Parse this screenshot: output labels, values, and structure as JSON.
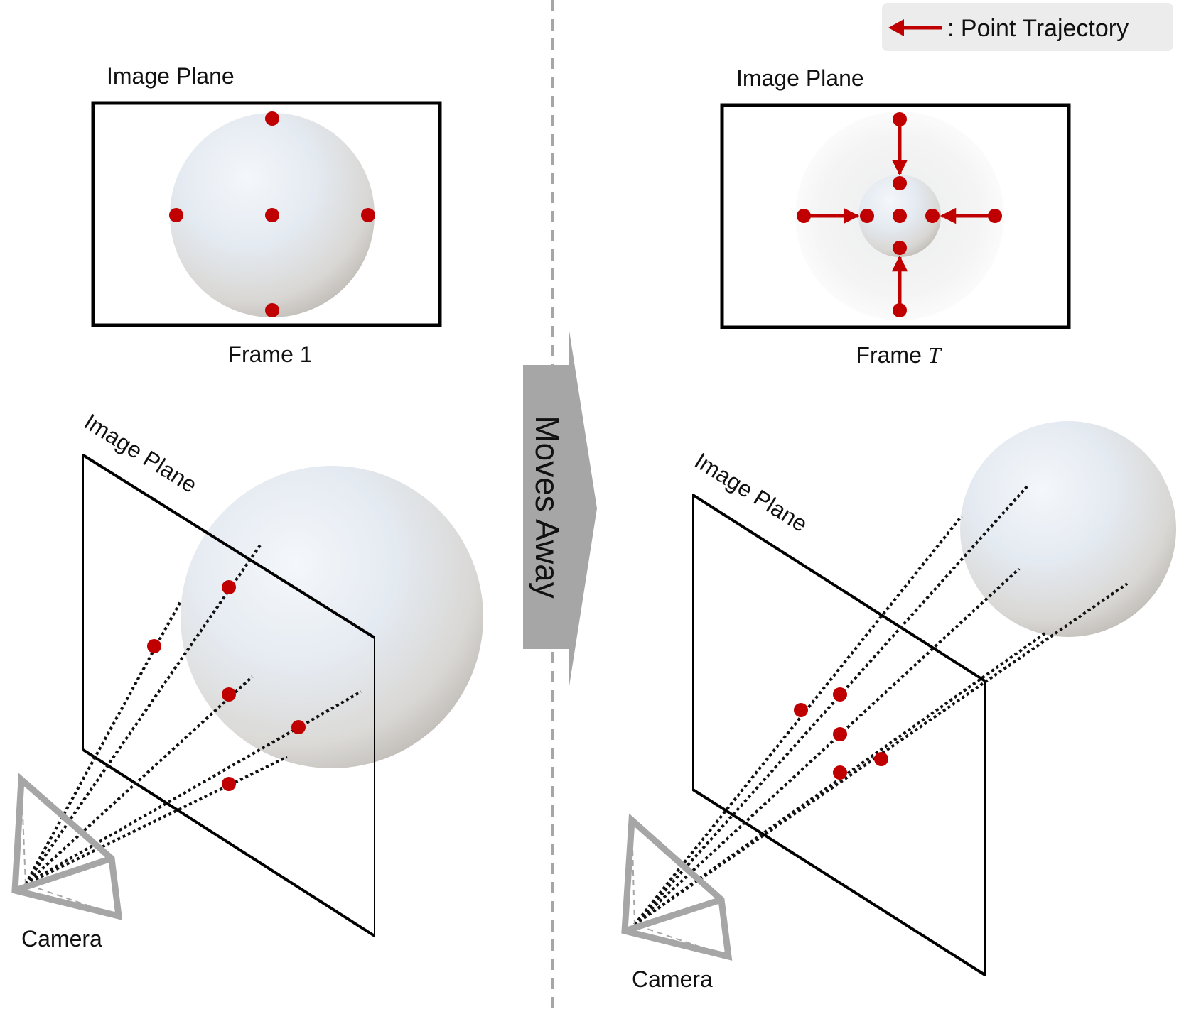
{
  "legend": {
    "text": ": Point Trajectory",
    "icon": "red-left-arrow-icon"
  },
  "top_left": {
    "plane_label": "Image Plane",
    "frame_label": "Frame 1"
  },
  "top_right": {
    "plane_label": "Image Plane",
    "frame_label_prefix": "Frame ",
    "frame_label_var": "T"
  },
  "middle": {
    "arrow_label": "Moves Away"
  },
  "bottom_left": {
    "plane_label": "Image Plane",
    "camera_label": "Camera"
  },
  "bottom_right": {
    "plane_label": "Image Plane",
    "camera_label": "Camera"
  },
  "colors": {
    "point": "#c00000",
    "camera": "#a6a6a6",
    "divider": "#a6a6a6",
    "moves_arrow": "#a6a6a6",
    "legend_bg": "#ececec"
  }
}
